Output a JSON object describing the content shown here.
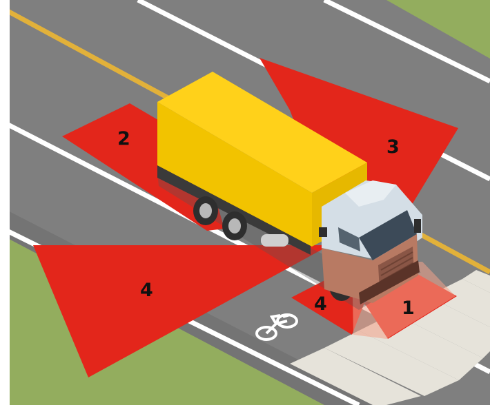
{
  "zones": [
    {
      "id": "front",
      "label": "1"
    },
    {
      "id": "left-side",
      "label": "2"
    },
    {
      "id": "right-rear",
      "label": "3"
    },
    {
      "id": "right-side-far",
      "label": "4"
    },
    {
      "id": "right-side-near",
      "label": "4"
    }
  ],
  "colors": {
    "blind_spot": "#e3261b",
    "asphalt": "#7f7f7f",
    "grass": "#93ad5e",
    "trailer": "#f2c300",
    "cab": "#d4dee6",
    "lane_marking": "#ffffff",
    "center_line": "#e2b13a"
  },
  "icons": [
    "bicycle-lane-icon",
    "truck-illustration"
  ]
}
